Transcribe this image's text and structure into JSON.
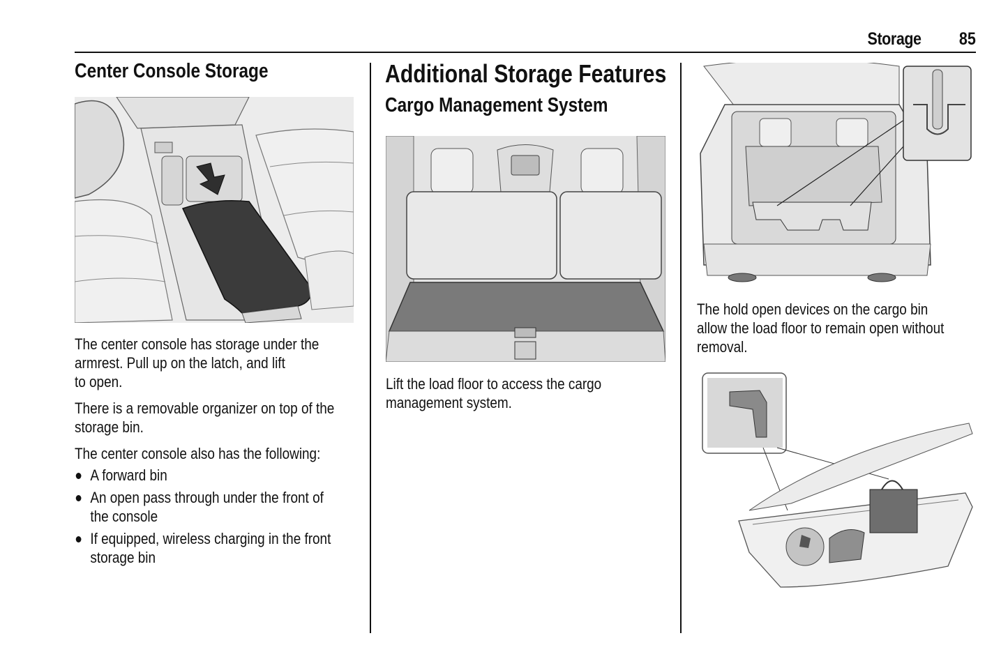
{
  "header": {
    "section": "Storage",
    "page_number": "85"
  },
  "left_column": {
    "heading": "Center Console Storage",
    "figure": {
      "icon": "center-console-armrest-illustration",
      "description": "Center console armrest with down arrow indicating latch"
    },
    "paragraphs": [
      [
        "The center console has storage under the",
        "armrest. Pull up on the latch, and lift",
        "to open."
      ],
      [
        "There is a removable organizer on top of the",
        "storage bin."
      ],
      [
        "The center console also has the following:"
      ]
    ],
    "bullets": [
      [
        "A forward bin"
      ],
      [
        "An open pass through under the front of",
        "the console"
      ],
      [
        "If equipped, wireless charging in the front",
        "storage bin"
      ]
    ]
  },
  "middle_column": {
    "heading": "Additional Storage Features",
    "subheading": "Cargo Management System",
    "figure": {
      "icon": "cargo-load-floor-illustration",
      "description": "Rear cargo area with load floor and third-row seats"
    },
    "caption": [
      "Lift the load floor to access the cargo",
      "management system."
    ]
  },
  "right_column": {
    "figure_top": {
      "icon": "liftgate-open-cargo-bin-illustration",
      "description": "Vehicle rear with liftgate open showing hold open devices, with detail inset"
    },
    "caption": [
      "The hold open devices on the cargo bin",
      "allow the load floor to remain open without",
      "removal."
    ],
    "figure_bottom": {
      "icon": "cargo-bin-hold-open-device-illustration",
      "description": "Open cargo bin with ball, glove and bag, with inset of hold open device"
    }
  },
  "colors": {
    "text": "#111111",
    "figure_bg": "#e9e9e9",
    "rule": "#111111"
  }
}
